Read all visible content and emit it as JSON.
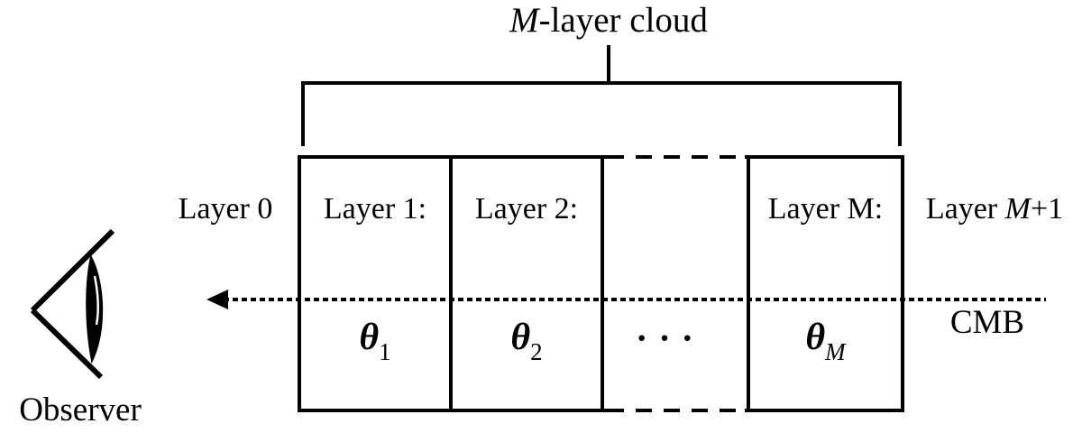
{
  "figure": {
    "title": {
      "italic": "M",
      "rest": "-layer cloud"
    },
    "layer_labels": {
      "outside_left": "Layer 0",
      "cell_1": "Layer 1:",
      "cell_2": "Layer 2:",
      "cell_m": "Layer M:",
      "outside_right": {
        "prefix": "Layer ",
        "italic": "M",
        "suffix": "+1"
      }
    },
    "symbols": {
      "theta_1": {
        "base": "θ",
        "sub": "1"
      },
      "theta_2": {
        "base": "θ",
        "sub": "2"
      },
      "theta_m": {
        "base": "θ",
        "sub": "M"
      },
      "ellipsis": "···"
    },
    "cmb_label": "CMB",
    "observer_label": "Observer",
    "icons": {
      "observer": "eye-icon"
    },
    "colors": {
      "ink": "#000000",
      "background": "#ffffff"
    }
  }
}
